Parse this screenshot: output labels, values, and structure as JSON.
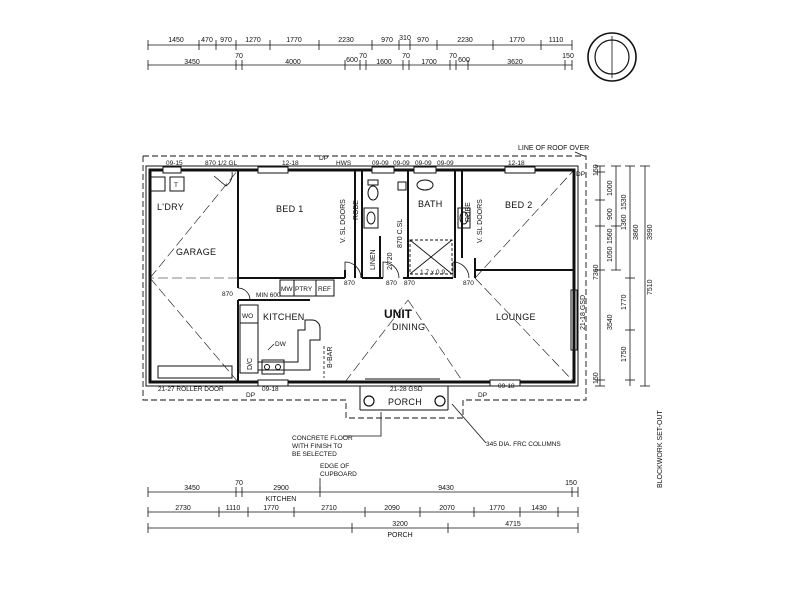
{
  "top_dims_row1": [
    "1450",
    "470",
    "970",
    "1270",
    "1770",
    "2230",
    "970",
    "310",
    "970",
    "2230",
    "1770",
    "1110"
  ],
  "top_dims_row2": [
    "3450",
    "70",
    "4000",
    "600",
    "70",
    "1600",
    "70",
    "1700",
    "70",
    "600",
    "3620",
    "150"
  ],
  "bottom_dims_row1": [
    "3450",
    "70",
    "2900",
    "9430",
    "150"
  ],
  "bottom_dims_row1_label": "KITCHEN",
  "bottom_dims_row2": [
    "2730",
    "1110",
    "1770",
    "2710",
    "2090",
    "2070",
    "1770",
    "1430"
  ],
  "bottom_dims_row3": [
    "3200",
    "4715"
  ],
  "bottom_dims_row3_label": "PORCH",
  "right_dims_inner": [
    "150",
    "1000",
    "900",
    "1560",
    "1050",
    "1360"
  ],
  "right_dims_mid": [
    "1530",
    "3860",
    "3990"
  ],
  "right_dims_outer": [
    "7360",
    "7510",
    "1770",
    "3540",
    "1750",
    "150"
  ],
  "roof_label": "LINE OF ROOF OVER",
  "rooms": {
    "laundry": "L'DRY",
    "garage": "GARAGE",
    "bed1": "BED 1",
    "bath": "BATH",
    "bed2": "BED 2",
    "kitchen": "KITCHEN",
    "unit": "UNIT",
    "dining": "DINING",
    "lounge": "LOUNGE",
    "porch": "PORCH",
    "linen": "LINEN",
    "robe": "ROBE",
    "robe2": "ROBE",
    "vsl1": "V. SL DOORS",
    "vsl2": "V. SL DOORS"
  },
  "labels": {
    "w_0915": "09-15",
    "w_870_gl": "870 1/2 GL",
    "w_1218a": "12-18",
    "w_1218b": "12-18",
    "dp_top": "DP",
    "hws": "HWS",
    "w_0909a": "09-09",
    "w_0909b": "09-09",
    "w_0909c": "09-09",
    "w_0909d": "09-09",
    "dp_right": "DP",
    "csl": "870 C.SL",
    "d_2x720": "2/720",
    "shower": "1.7 x 0.9",
    "d_870a": "870",
    "d_870b": "870",
    "d_870c": "870",
    "d_870d": "870",
    "d_870e": "870",
    "min600": "MIN 600",
    "mw": "MW",
    "ptry": "PTRY",
    "ref": "REF",
    "wo": "WO",
    "dw": "DW",
    "dc": "D/C",
    "bbar": "B-BAR",
    "w_0918a": "09-18",
    "w_0918b": "09-18",
    "w_2118": "21-18 GSD",
    "w_2127": "21-27 ROLLER DOOR",
    "dp_bl": "DP",
    "w_2128": "21-28 GSD",
    "dp_br": "DP",
    "concrete": [
      "CONCRETE FLOOR",
      "WITH FINISH TO",
      "BE SELECTED"
    ],
    "columns": "345 DIA. FRC COLUMNS",
    "edge": [
      "EDGE OF",
      "CUPBOARD"
    ],
    "blockwork": "BLOCKWORK SET-OUT",
    "t": "T"
  }
}
